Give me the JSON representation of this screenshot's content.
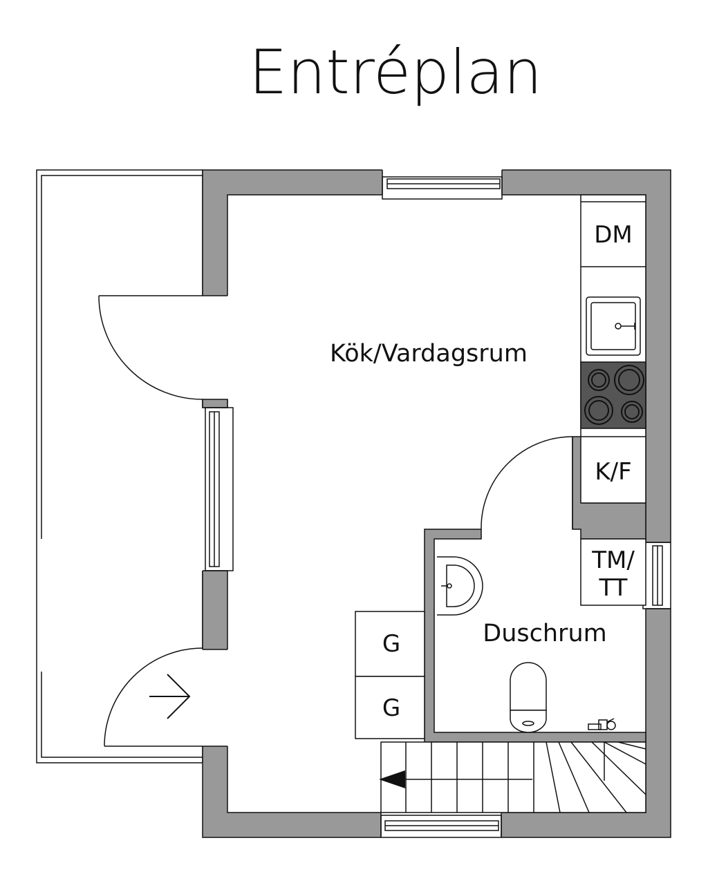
{
  "title": "Entréplan",
  "rooms": {
    "living": "Kök/Vardagsrum",
    "shower": "Duschrum"
  },
  "appliances": {
    "dishwasher": "DM",
    "fridge_freezer": "K/F",
    "washer_dryer_top": "TM/",
    "washer_dryer_bottom": "TT",
    "wardrobe_1": "G",
    "wardrobe_2": "G"
  },
  "colors": {
    "wall": "#999999",
    "line": "#111111",
    "stove": "#555555",
    "background": "#ffffff"
  }
}
